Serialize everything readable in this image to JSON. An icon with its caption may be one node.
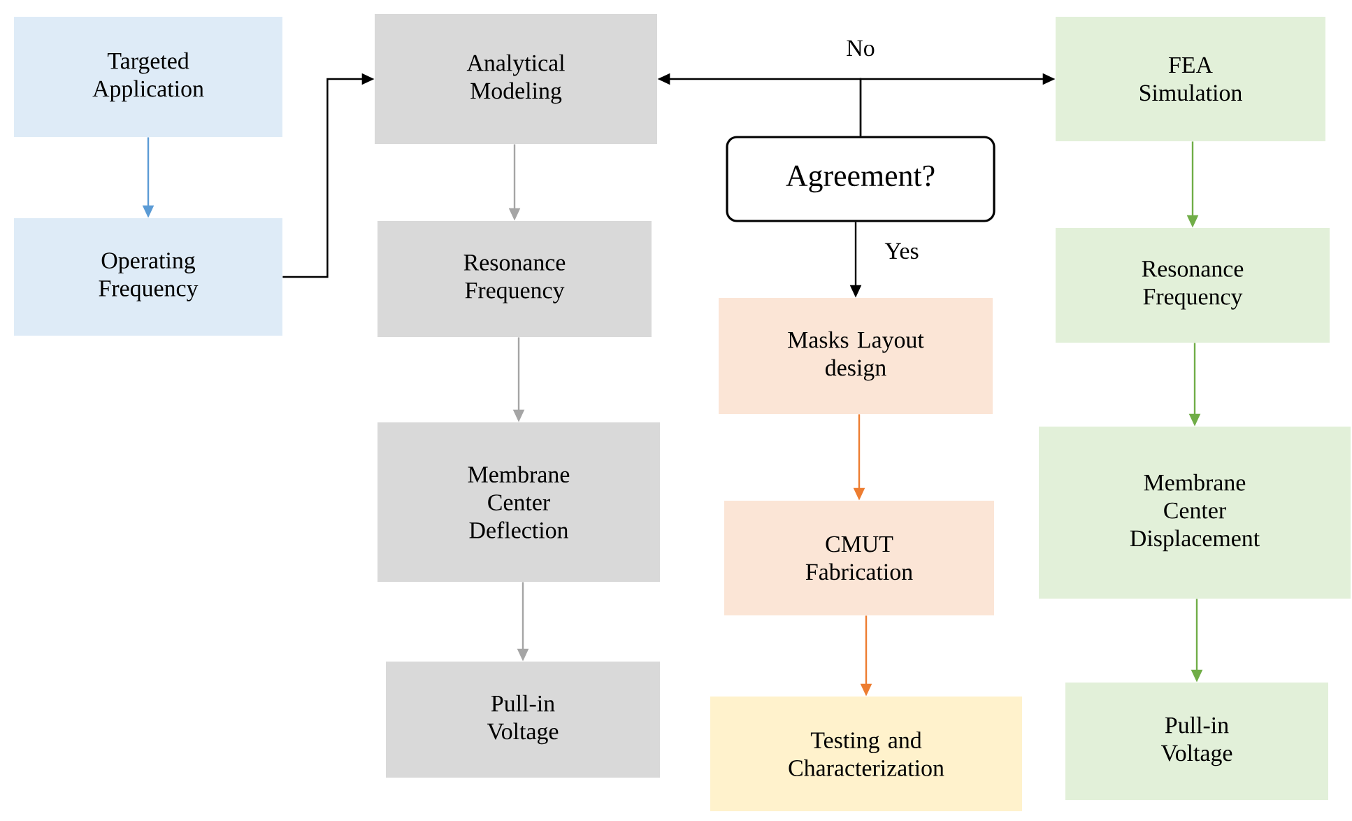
{
  "diagram": {
    "nodes": [
      {
        "text": [
          "Targeted Application"
        ]
      },
      {
        "text": [
          "Operating Frequency"
        ]
      },
      {
        "text": [
          "Analytical Modeling"
        ]
      },
      {
        "text": [
          "Resonance Frequency"
        ]
      },
      {
        "text": [
          "Membrane Center Deflection"
        ]
      },
      {
        "text": [
          "Pull-in Voltage"
        ]
      },
      {
        "text": [
          "Agreement?"
        ]
      },
      {
        "text": [
          "Masks Layout design"
        ]
      },
      {
        "text": [
          "CMUT Fabrication"
        ]
      },
      {
        "text": [
          "Testing and Characterization"
        ]
      },
      {
        "text": [
          "FEA Simulation"
        ]
      },
      {
        "text": [
          "Resonance Frequency"
        ]
      },
      {
        "text": [
          "Membrane Center Displacement"
        ]
      },
      {
        "text": [
          "Pull-in Voltage"
        ]
      }
    ],
    "edges": [
      {
        "from": 0,
        "to": 1,
        "arrow": "to",
        "color": "#5b9bd5"
      },
      {
        "from": 1,
        "to": 2,
        "arrow": "to"
      },
      {
        "from": 2,
        "to": 3,
        "arrow": "to",
        "color": "#a5a5a5"
      },
      {
        "from": 3,
        "to": 4,
        "arrow": "to",
        "color": "#a5a5a5"
      },
      {
        "from": 4,
        "to": 5,
        "arrow": "to",
        "color": "#a5a5a5"
      },
      {
        "from": 6,
        "to": 2,
        "arrow": "to",
        "label": "No"
      },
      {
        "from": 6,
        "to": 10,
        "arrow": "to"
      },
      {
        "from": 6,
        "to": 7,
        "arrow": "to",
        "label": "Yes"
      },
      {
        "from": 7,
        "to": 8,
        "arrow": "to",
        "color": "#ed7d31"
      },
      {
        "from": 8,
        "to": 9,
        "arrow": "to",
        "color": "#ed7d31"
      },
      {
        "from": 10,
        "to": 11,
        "arrow": "to",
        "color": "#70ad47"
      },
      {
        "from": 11,
        "to": 12,
        "arrow": "to",
        "color": "#70ad47"
      },
      {
        "from": 12,
        "to": 13,
        "arrow": "to",
        "color": "#70ad47"
      }
    ]
  }
}
